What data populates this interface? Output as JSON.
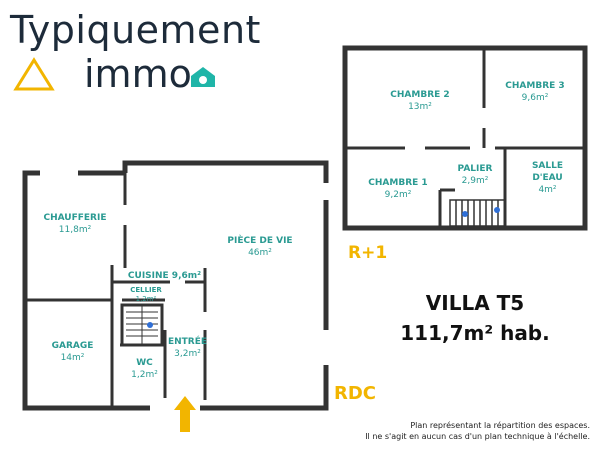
{
  "brand": {
    "line1": "Typiquement",
    "line2": "immo"
  },
  "rooms": {
    "chaufferie": {
      "name": "CHAUFFERIE",
      "area": "11,8m²"
    },
    "piece_de_vie": {
      "name": "PIÈCE DE VIE",
      "area": "46m²"
    },
    "cuisine": {
      "name": "CUISINE 9,6m²"
    },
    "cellier": {
      "name": "CELLIER",
      "area": "1,2m²"
    },
    "garage": {
      "name": "GARAGE",
      "area": "14m²"
    },
    "entree": {
      "name": "ENTRÉE",
      "area": "3,2m²"
    },
    "wc": {
      "name": "WC",
      "area": "1,2m²"
    },
    "chambre2": {
      "name": "CHAMBRE 2",
      "area": "13m²"
    },
    "chambre3": {
      "name": "CHAMBRE 3",
      "area": "9,6m²"
    },
    "chambre1": {
      "name": "CHAMBRE 1",
      "area": "9,2m²"
    },
    "palier": {
      "name": "PALIER",
      "area": "2,9m²"
    },
    "salle_eau": {
      "name": "SALLE",
      "name2": "D'EAU",
      "area": "4m²"
    }
  },
  "levels": {
    "rdc": "RDC",
    "r1": "R+1"
  },
  "villa": {
    "title": "VILLA T5",
    "surface": "111,7m² hab."
  },
  "note": {
    "line1": "Plan représentant la répartition des espaces.",
    "line2": "Il ne s'agit en aucun cas d'un plan technique à l'échelle."
  },
  "colors": {
    "wall": "#333333",
    "room_text": "#2a9a92",
    "accent": "#f2b500",
    "brand": "#1d2b3a",
    "teal": "#1fb5a8"
  }
}
